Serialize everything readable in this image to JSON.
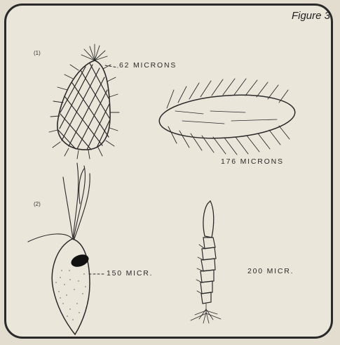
{
  "figure": {
    "title": "Figure 3",
    "section_1_marker": "(1)",
    "section_2_marker": "(2)",
    "labels": {
      "organism_a": "62 MICRONS",
      "organism_b": "176 MICRONS",
      "organism_c": "150 MICR.",
      "organism_d": "200 MICR."
    }
  },
  "colors": {
    "ink": "#2a2a2a",
    "paper": "#ebe6da",
    "background": "#e3ddcf"
  }
}
